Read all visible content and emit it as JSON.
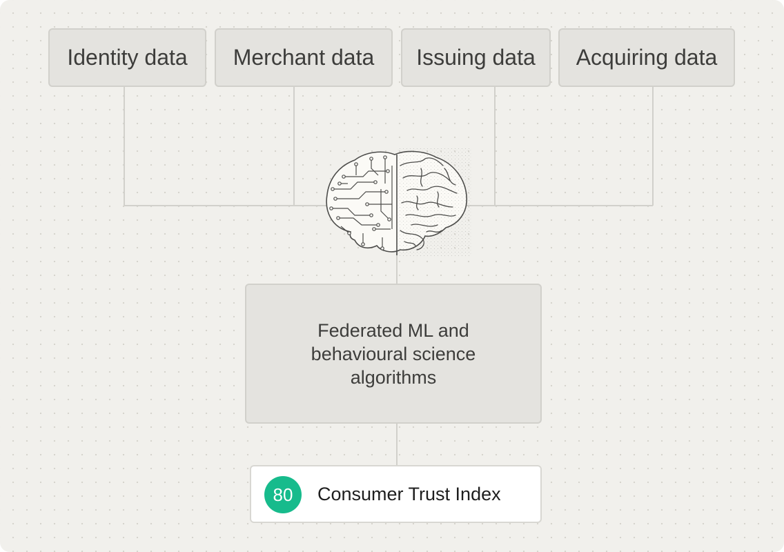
{
  "diagram": {
    "sources": [
      {
        "label": "Identity data"
      },
      {
        "label": "Merchant data"
      },
      {
        "label": "Issuing data"
      },
      {
        "label": "Acquiring data"
      }
    ],
    "center_icon": "brain-half-circuit-icon",
    "process": {
      "label": "Federated ML and behavioural science algorithms"
    },
    "result": {
      "score": "80",
      "label": "Consumer Trust Index"
    }
  },
  "colors": {
    "background": "#f1f0ec",
    "box_fill": "#e4e3df",
    "box_border": "#d1d0cb",
    "connector": "#d1d0cb",
    "score_badge": "#17bb8c"
  }
}
